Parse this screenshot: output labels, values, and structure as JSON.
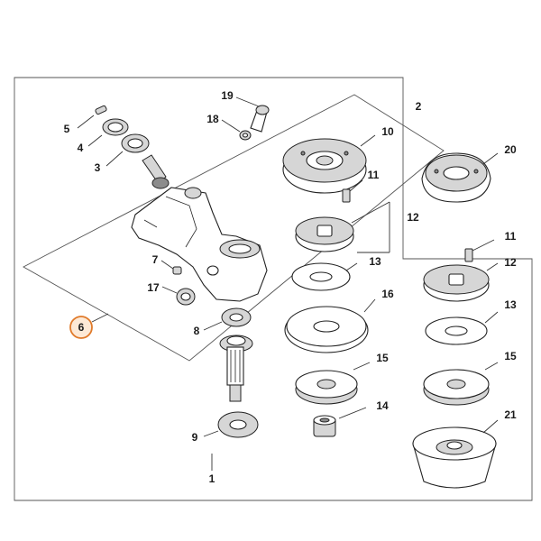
{
  "diagram": {
    "highlighted_item": "6",
    "highlight_color": "#e07a2a",
    "highlight_fill": "#fde9d6",
    "callouts": {
      "c1": "1",
      "c2": "2",
      "c3": "3",
      "c4": "4",
      "c5": "5",
      "c6": "6",
      "c7": "7",
      "c8": "8",
      "c9": "9",
      "c10": "10",
      "c11a": "11",
      "c11b": "11",
      "c12a": "12",
      "c12b": "12",
      "c13a": "13",
      "c13b": "13",
      "c14": "14",
      "c15a": "15",
      "c15b": "15",
      "c16": "16",
      "c17": "17",
      "c18": "18",
      "c19": "19",
      "c20": "20",
      "c21": "21"
    }
  }
}
